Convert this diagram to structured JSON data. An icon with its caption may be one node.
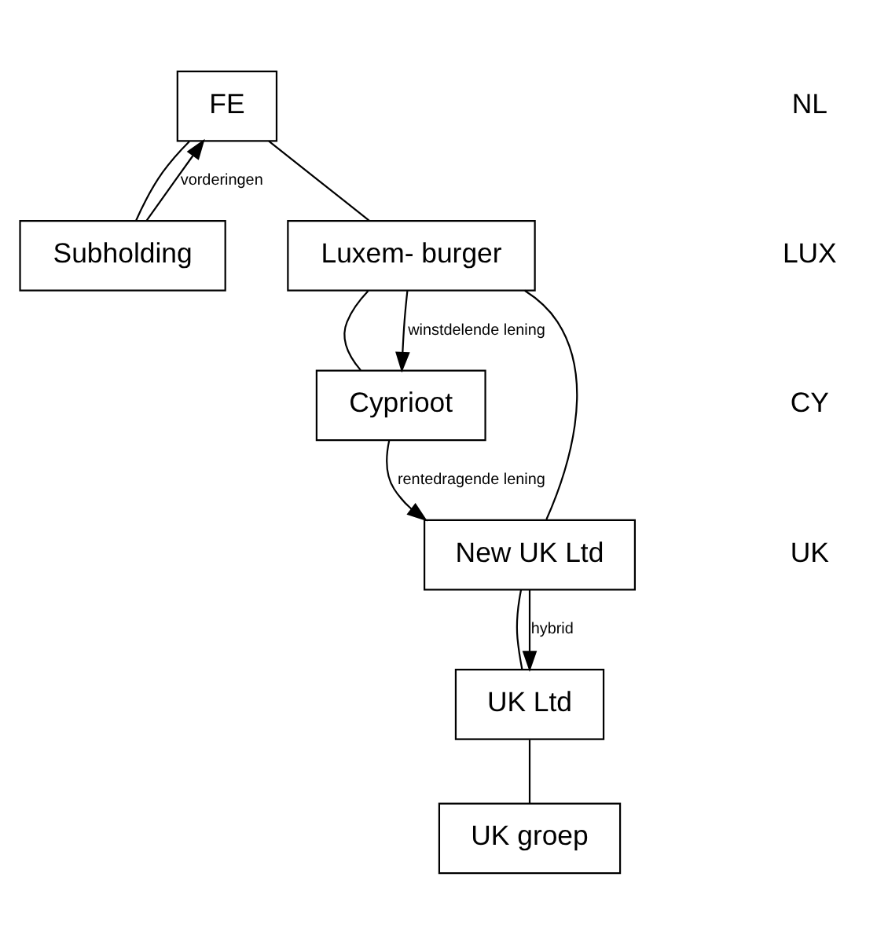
{
  "diagram": {
    "nodes": [
      {
        "text": [
          "FE"
        ]
      },
      {
        "text": [
          "Subholding"
        ]
      },
      {
        "text": [
          "Luxem- burger"
        ]
      },
      {
        "text": [
          "Cyprioot"
        ]
      },
      {
        "text": [
          "New UK Ltd"
        ]
      },
      {
        "text": [
          "UK Ltd"
        ]
      },
      {
        "text": [
          "UK groep"
        ]
      }
    ],
    "edges": [
      {
        "from": 0,
        "to": 1,
        "arrow": "none"
      },
      {
        "from": 1,
        "to": 0,
        "arrow": "to",
        "label": "vorderingen"
      },
      {
        "from": 0,
        "to": 2,
        "arrow": "none"
      },
      {
        "from": 2,
        "to": 3,
        "arrow": "none"
      },
      {
        "from": 2,
        "to": 3,
        "arrow": "to",
        "label": "winstdelende lening"
      },
      {
        "from": 2,
        "to": 4,
        "arrow": "none"
      },
      {
        "from": 3,
        "to": 4,
        "arrow": "to",
        "label": "rentedragende lening"
      },
      {
        "from": 4,
        "to": 5,
        "arrow": "none"
      },
      {
        "from": 4,
        "to": 5,
        "arrow": "to",
        "label": "hybrid"
      },
      {
        "from": 5,
        "to": 6,
        "arrow": "none"
      }
    ],
    "labels": [
      "NL",
      "LUX",
      "CY",
      "UK"
    ]
  }
}
